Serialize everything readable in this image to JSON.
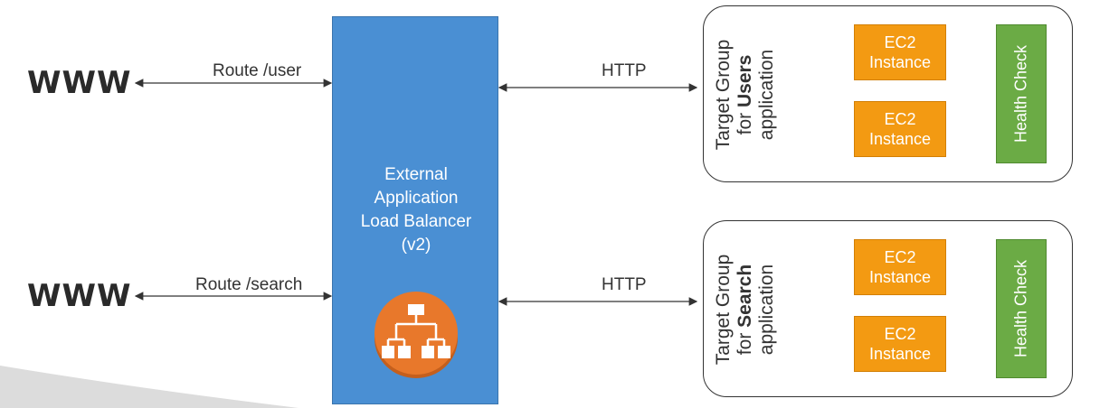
{
  "clients": [
    {
      "label": "WWW",
      "route": "Route /user"
    },
    {
      "label": "WWW",
      "route": "Route /search"
    }
  ],
  "load_balancer": {
    "lines": [
      "External",
      "Application",
      "Load Balancer",
      "(v2)"
    ],
    "icon": "elb-network-icon"
  },
  "protocol_labels": [
    "HTTP",
    "HTTP"
  ],
  "target_groups": [
    {
      "title_pre": "Target Group",
      "title_for": "for ",
      "title_bold": "Users",
      "title_post": "application",
      "instances": [
        {
          "line1": "EC2",
          "line2": "Instance"
        },
        {
          "line1": "EC2",
          "line2": "Instance"
        }
      ],
      "health_check": "Health Check"
    },
    {
      "title_pre": "Target Group",
      "title_for": "for ",
      "title_bold": "Search",
      "title_post": "application",
      "instances": [
        {
          "line1": "EC2",
          "line2": "Instance"
        },
        {
          "line1": "EC2",
          "line2": "Instance"
        }
      ],
      "health_check": "Health Check"
    }
  ],
  "colors": {
    "load_balancer": "#4a8fd3",
    "ec2": "#f39a12",
    "health_check": "#6bab45",
    "icon_orange": "#e8782b"
  }
}
